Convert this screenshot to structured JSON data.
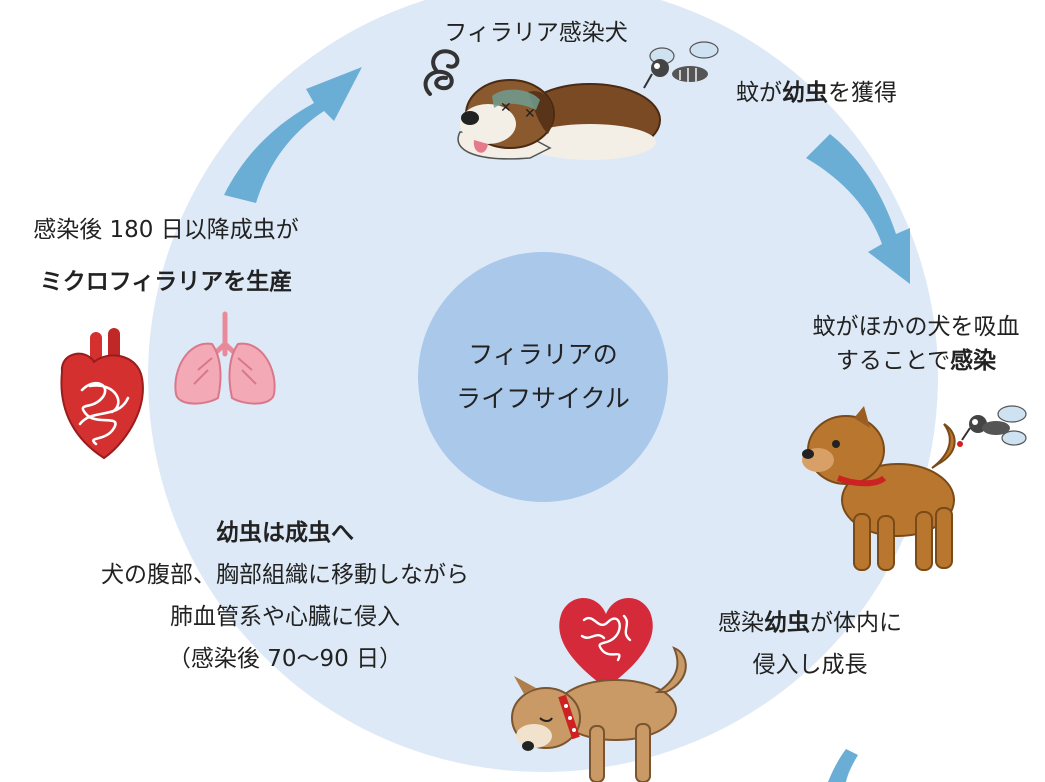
{
  "diagram": {
    "center": {
      "line1": "フィラリアの",
      "line2": "ライフサイクル"
    },
    "stage_infected_dog": {
      "label": "フィラリア感染犬"
    },
    "stage_mosquito_acquires": {
      "prefix": "蚊が",
      "bold": "幼虫",
      "suffix": "を獲得"
    },
    "stage_bite": {
      "line1": "蚊がほかの犬を吸血",
      "line2_prefix": "することで",
      "line2_bold": "感染"
    },
    "stage_larva_growth": {
      "line1_prefix": "感染",
      "line1_bold": "幼虫",
      "line1_suffix": "が体内に",
      "line2": "侵入し成長"
    },
    "stage_adult": {
      "title": "幼虫は成虫へ",
      "line1": "犬の腹部、胸部組織に移動しながら",
      "line2": "肺血管系や心臓に侵入",
      "line3": "（感染後 70～90 日）"
    },
    "stage_microfilaria": {
      "line1": "感染後 180 日以降成虫が",
      "line2": "ミクロフィラリアを生産"
    }
  },
  "colors": {
    "outer_circle": "#dde9f6",
    "inner_circle": "#a9c8ea",
    "arrow": "#6aaed6"
  },
  "icons": [
    "dog-sick-icon",
    "mosquito-icon",
    "dizzy-swirl-icon",
    "dog-brown-icon",
    "dog-shiba-icon",
    "heart-worm-icon",
    "heart-organ-icon",
    "lungs-icon",
    "arrow-icon"
  ]
}
